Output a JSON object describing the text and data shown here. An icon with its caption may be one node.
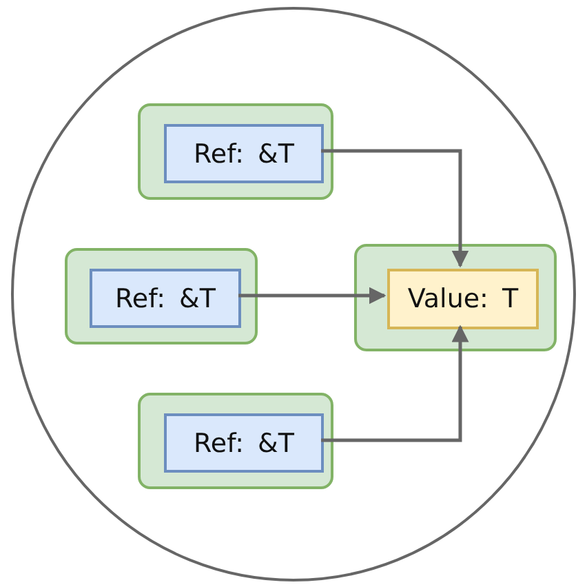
{
  "diagram": {
    "nodes": [
      {
        "text": [],
        "shape": "circle"
      },
      {
        "text": [],
        "shape": "box",
        "in": 0
      },
      {
        "text": [
          "Ref: &T"
        ],
        "in": 1
      },
      {
        "text": [],
        "shape": "box",
        "in": 0
      },
      {
        "text": [
          "Ref: &T"
        ],
        "in": 3
      },
      {
        "text": [],
        "shape": "box",
        "in": 0
      },
      {
        "text": [
          "Value: T"
        ],
        "in": 5
      },
      {
        "text": [],
        "shape": "box",
        "in": 0
      },
      {
        "text": [
          "Ref: &T"
        ],
        "in": 7
      }
    ],
    "edges": [
      {
        "from": 2,
        "to": 6,
        "arrow": "to"
      },
      {
        "from": 4,
        "to": 6,
        "arrow": "to"
      },
      {
        "from": 8,
        "to": 6,
        "arrow": "to"
      }
    ]
  }
}
